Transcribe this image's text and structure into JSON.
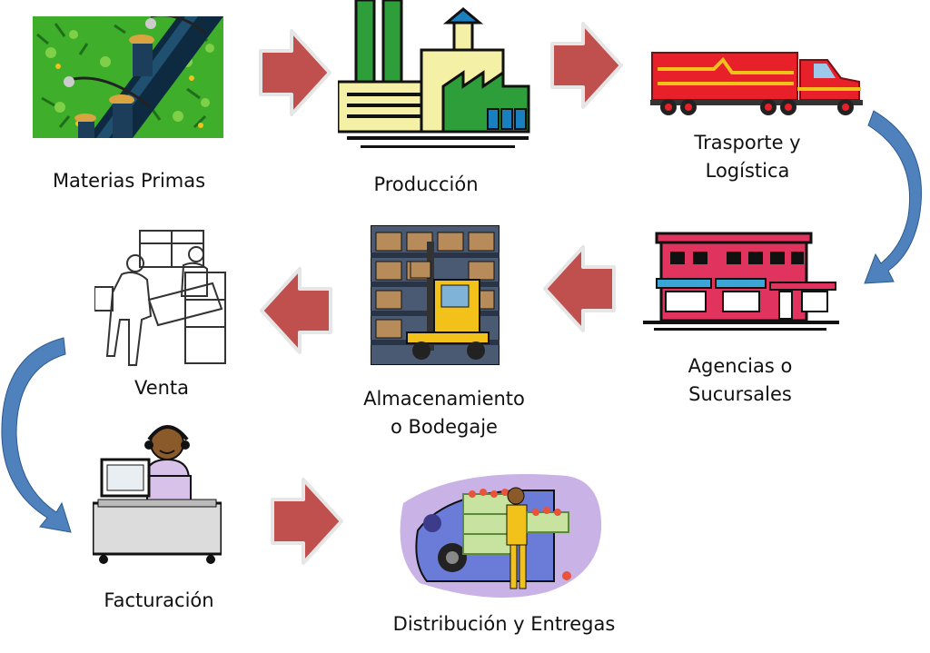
{
  "nodes": {
    "materias_primas": "Materias Primas",
    "produccion": "Producción",
    "transporte": "Trasporte y\nLogística",
    "agencias": "Agencias o\nSucursales",
    "almacenamiento": "Almacenamiento\no Bodegaje",
    "venta": "Venta",
    "facturacion": "Facturación",
    "distribucion": "Distribución y Entregas"
  },
  "colors": {
    "arrow_fill": "#c0504d",
    "curve_arrow": "#4f81bd",
    "truck_red": "#e8202a",
    "factory_green": "#2e9e3a",
    "store_pink": "#e0335d",
    "forklift_yellow": "#f2c21b"
  },
  "icons": [
    "farm-field-icon",
    "factory-icon",
    "truck-icon",
    "store-icon",
    "warehouse-forklift-icon",
    "sales-meeting-icon",
    "billing-operator-icon",
    "delivery-van-icon"
  ]
}
